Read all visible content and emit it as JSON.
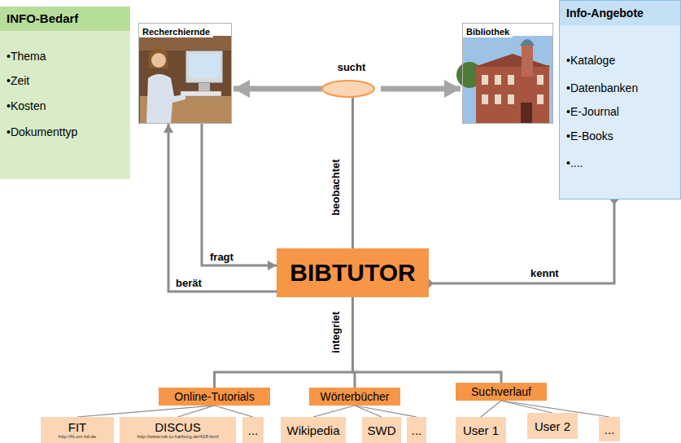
{
  "diagram": {
    "nodes": [
      {
        "text": [
          "INFO-Bedarf",
          "•Thema",
          "•Zeit",
          "•Kosten",
          "•Dokumenttyp"
        ]
      },
      {
        "text": [
          "Recherchiernde"
        ]
      },
      {
        "text": [
          "sucht"
        ]
      },
      {
        "text": [
          "Bibliothek"
        ]
      },
      {
        "text": [
          "Info-Angebote",
          "•Kataloge",
          "•Datenbanken",
          "•E-Journal",
          "•E-Books",
          "•...."
        ]
      },
      {
        "text": [
          "BIBTUTOR"
        ]
      },
      {
        "text": [
          "Online-Tutorials"
        ]
      },
      {
        "text": [
          "Wörterbücher"
        ]
      },
      {
        "text": [
          "Suchverlauf"
        ]
      },
      {
        "text": [
          "FIT",
          "http://fit.uni-hd.de"
        ]
      },
      {
        "text": [
          "DISCUS",
          "http://www.tub.tu-harburg.de/418.html"
        ]
      },
      {
        "text": [
          "..."
        ]
      },
      {
        "text": [
          "Wikipedia"
        ]
      },
      {
        "text": [
          "SWD"
        ]
      },
      {
        "text": [
          "..."
        ]
      },
      {
        "text": [
          "User 1"
        ]
      },
      {
        "text": [
          "User 2"
        ]
      },
      {
        "text": [
          "..."
        ]
      }
    ],
    "edges": [
      {
        "from": 2,
        "to": 1,
        "arrow": "to"
      },
      {
        "from": 2,
        "to": 3,
        "arrow": "to"
      },
      {
        "from": 5,
        "to": 2,
        "label": "beobachtet",
        "arrow": "none"
      },
      {
        "from": 1,
        "to": 5,
        "label": "fragt",
        "arrow": "to"
      },
      {
        "from": 5,
        "to": 1,
        "label": "berät",
        "arrow": "to"
      },
      {
        "from": 5,
        "to": 4,
        "label": "kennt",
        "arrow": "none"
      },
      {
        "from": 5,
        "to": 6,
        "arrow": "none"
      },
      {
        "from": 5,
        "to": 7,
        "label": "integriet",
        "arrow": "none"
      },
      {
        "from": 5,
        "to": 8,
        "arrow": "none"
      },
      {
        "from": 6,
        "to": 9,
        "arrow": "none"
      },
      {
        "from": 6,
        "to": 10,
        "arrow": "none"
      },
      {
        "from": 6,
        "to": 11,
        "arrow": "none"
      },
      {
        "from": 7,
        "to": 12,
        "arrow": "none"
      },
      {
        "from": 7,
        "to": 13,
        "arrow": "none"
      },
      {
        "from": 7,
        "to": 14,
        "arrow": "none"
      },
      {
        "from": 8,
        "to": 15,
        "arrow": "none"
      },
      {
        "from": 8,
        "to": 16,
        "arrow": "none"
      },
      {
        "from": 8,
        "to": 17,
        "arrow": "none"
      }
    ]
  }
}
